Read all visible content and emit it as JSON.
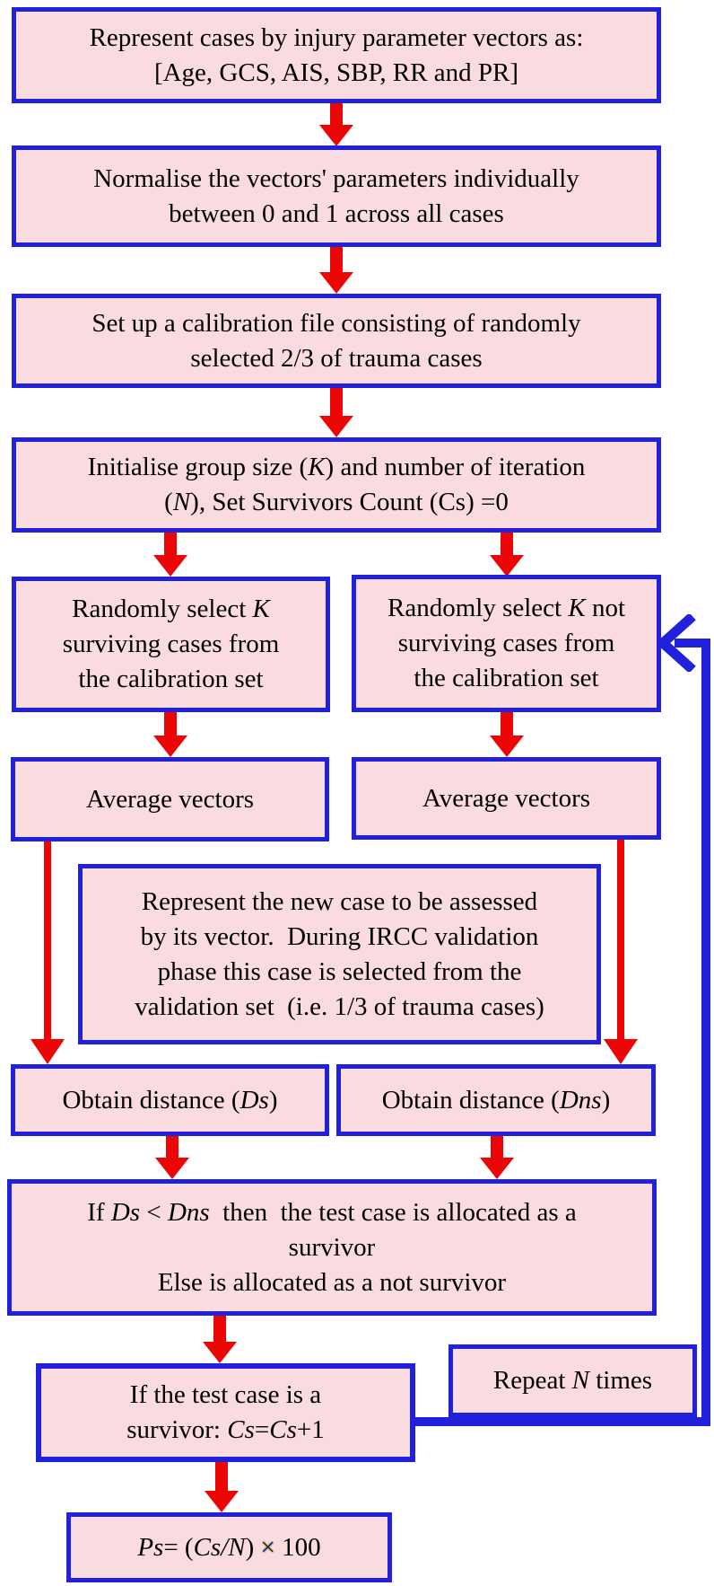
{
  "palette": {
    "box_fill": "#fadbe0",
    "border_blue": "#2020dd",
    "arrow_red": "#ec0505",
    "text_black": "#000000"
  },
  "boxes": {
    "represent": {
      "lines": [
        {
          "segs": [
            {
              "t": "Represent cases by injury parameter vectors as:",
              "i": false
            }
          ]
        },
        {
          "segs": [
            {
              "t": "[Age, GCS, AIS, SBP, RR and PR]",
              "i": false
            }
          ]
        }
      ]
    },
    "normalise": {
      "lines": [
        {
          "segs": [
            {
              "t": "Normalise the vectors' parameters individually",
              "i": false
            }
          ]
        },
        {
          "segs": [
            {
              "t": "between 0 and 1 across all cases",
              "i": false
            }
          ]
        }
      ]
    },
    "calibration": {
      "lines": [
        {
          "segs": [
            {
              "t": "Set up a calibration file consisting of randomly",
              "i": false
            }
          ]
        },
        {
          "segs": [
            {
              "t": "selected 2/3 of trauma cases",
              "i": false
            }
          ]
        }
      ]
    },
    "initialise": {
      "lines": [
        {
          "segs": [
            {
              "t": "Initialise group size (",
              "i": false
            },
            {
              "t": "K",
              "i": true
            },
            {
              "t": ") and number of iteration",
              "i": false
            }
          ]
        },
        {
          "segs": [
            {
              "t": "(",
              "i": false
            },
            {
              "t": "N",
              "i": true
            },
            {
              "t": "), Set Survivors Count (Cs) =0",
              "i": false
            }
          ]
        }
      ]
    },
    "select_surviving": {
      "lines": [
        {
          "segs": [
            {
              "t": "Randomly select ",
              "i": false
            },
            {
              "t": "K",
              "i": true
            }
          ]
        },
        {
          "segs": [
            {
              "t": "surviving cases from",
              "i": false
            }
          ]
        },
        {
          "segs": [
            {
              "t": "the calibration set",
              "i": false
            }
          ]
        }
      ]
    },
    "select_not_surviving": {
      "lines": [
        {
          "segs": [
            {
              "t": "Randomly select ",
              "i": false
            },
            {
              "t": "K",
              "i": true
            },
            {
              "t": " not",
              "i": false
            }
          ]
        },
        {
          "segs": [
            {
              "t": "surviving cases from",
              "i": false
            }
          ]
        },
        {
          "segs": [
            {
              "t": "the calibration set",
              "i": false
            }
          ]
        }
      ]
    },
    "average_left": {
      "lines": [
        {
          "segs": [
            {
              "t": "Average vectors",
              "i": false
            }
          ]
        }
      ]
    },
    "average_right": {
      "lines": [
        {
          "segs": [
            {
              "t": "Average vectors",
              "i": false
            }
          ]
        }
      ]
    },
    "new_case": {
      "lines": [
        {
          "segs": [
            {
              "t": "Represent the new case to be assessed",
              "i": false
            }
          ]
        },
        {
          "segs": [
            {
              "t": "by its vector.  During IRCC validation",
              "i": false
            }
          ]
        },
        {
          "segs": [
            {
              "t": "phase this case is selected from the",
              "i": false
            }
          ]
        },
        {
          "segs": [
            {
              "t": "validation set  (i.e. 1/3 of trauma cases)",
              "i": false
            }
          ]
        }
      ]
    },
    "obtain_ds": {
      "lines": [
        {
          "segs": [
            {
              "t": "Obtain distance (",
              "i": false
            },
            {
              "t": "Ds",
              "i": true
            },
            {
              "t": ")",
              "i": false
            }
          ]
        }
      ]
    },
    "obtain_dns": {
      "lines": [
        {
          "segs": [
            {
              "t": "Obtain distance (",
              "i": false
            },
            {
              "t": "Dns",
              "i": true
            },
            {
              "t": ")",
              "i": false
            }
          ]
        }
      ]
    },
    "decide": {
      "lines": [
        {
          "segs": [
            {
              "t": "If ",
              "i": false
            },
            {
              "t": "Ds",
              "i": true
            },
            {
              "t": " < ",
              "i": false
            },
            {
              "t": "Dns",
              "i": true
            },
            {
              "t": "  then  the test case is allocated as a",
              "i": false
            }
          ]
        },
        {
          "segs": [
            {
              "t": "survivor",
              "i": false
            }
          ]
        },
        {
          "segs": [
            {
              "t": "Else is allocated as a not survivor",
              "i": false
            }
          ]
        }
      ]
    },
    "count_survivor": {
      "lines": [
        {
          "segs": [
            {
              "t": "If the test case is a",
              "i": false
            }
          ]
        },
        {
          "segs": [
            {
              "t": "survivor: ",
              "i": false
            },
            {
              "t": "Cs",
              "i": true
            },
            {
              "t": "=",
              "i": false
            },
            {
              "t": "Cs",
              "i": true
            },
            {
              "t": "+1",
              "i": false
            }
          ]
        }
      ]
    },
    "repeat": {
      "lines": [
        {
          "segs": [
            {
              "t": "Repeat ",
              "i": false
            },
            {
              "t": "N",
              "i": true
            },
            {
              "t": " times",
              "i": false
            }
          ]
        }
      ]
    },
    "ps_formula": {
      "lines": [
        {
          "segs": [
            {
              "t": "Ps",
              "i": true
            },
            {
              "t": "= (",
              "i": false
            },
            {
              "t": "Cs/N",
              "i": true
            },
            {
              "t": ") ",
              "i": false
            },
            {
              "t": "×",
              "i": false,
              "mult": true
            },
            {
              "t": " 100",
              "i": false
            }
          ]
        }
      ]
    }
  }
}
